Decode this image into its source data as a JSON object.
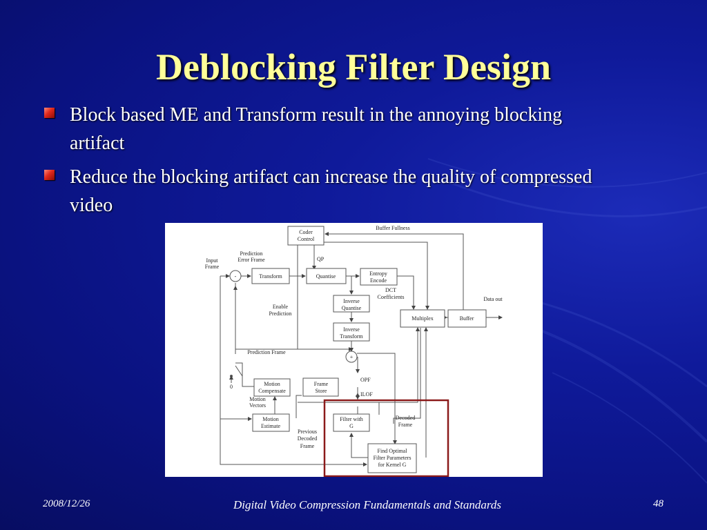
{
  "slide": {
    "title": "Deblocking Filter Design",
    "bullets": [
      "Block based ME and Transform result in the annoying blocking artifact",
      "Reduce the blocking artifact can increase the quality of compressed video"
    ]
  },
  "diagram": {
    "blocks": {
      "coder_control": [
        "Coder",
        "Control"
      ],
      "transform": "Transform",
      "quantise": "Quantise",
      "entropy_encode": [
        "Entropy",
        "Encode"
      ],
      "inverse_quantise": [
        "Inverse",
        "Quantise"
      ],
      "inverse_transform": [
        "Inverse",
        "Transform"
      ],
      "multiplex": "Multiplex",
      "buffer": "Buffer",
      "motion_compensate": [
        "Motion",
        "Compensate"
      ],
      "frame_store": [
        "Frame",
        "Store"
      ],
      "motion_estimate": [
        "Motion",
        "Estimate"
      ],
      "filter_with_g": [
        "Filter with",
        "G"
      ],
      "find_optimal": [
        "Find Optimal",
        "Filter Parameters",
        "for Kernel G"
      ]
    },
    "labels": {
      "input_frame": [
        "Input",
        "Frame"
      ],
      "prediction_error_frame": [
        "Prediction",
        "Error Frame"
      ],
      "buffer_fullness": "Buffer Fullness",
      "qp": "QP",
      "dct_coefficients": [
        "DCT",
        "Coefficients"
      ],
      "data_out": "Data out",
      "enable_prediction": [
        "Enable",
        "Prediction"
      ],
      "prediction_frame": "Prediction Frame",
      "opf": "OPF",
      "ilof": "ILOF",
      "motion_vectors": [
        "Motion",
        "Vectors"
      ],
      "previous_decoded_frame": [
        "Previous",
        "Decoded",
        "Frame"
      ],
      "decoded_frame": [
        "Decoded",
        "Frame"
      ],
      "zero": "0",
      "minus": "-",
      "plus": "+"
    },
    "highlight_color": "#8b1a1a"
  },
  "footer": {
    "date": "2008/12/26",
    "course": "Digital Video Compression Fundamentals and Standards",
    "page": "48"
  }
}
